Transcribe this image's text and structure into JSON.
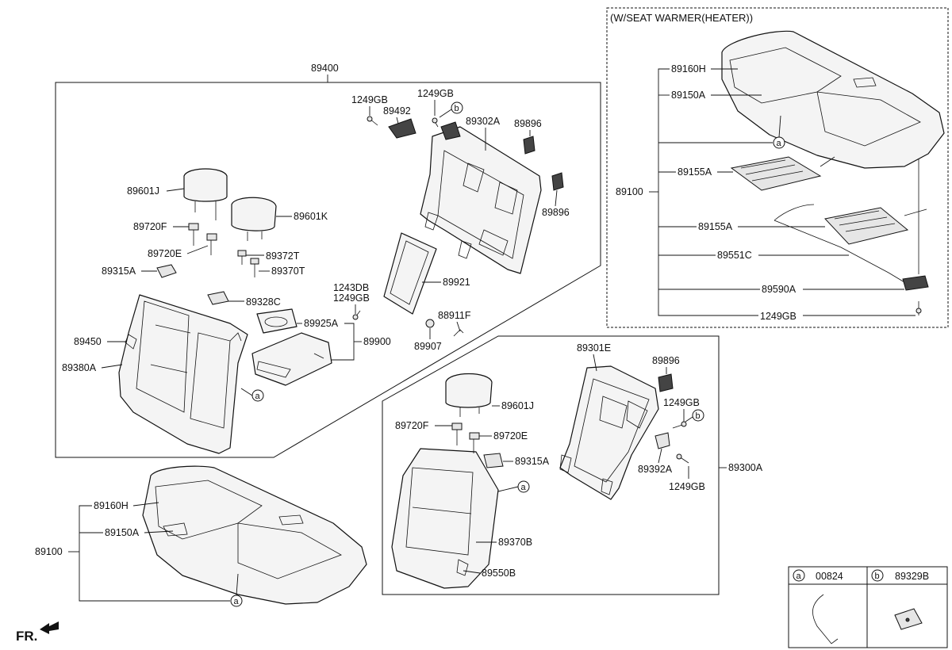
{
  "header_heater": "(W/SEAT WARMER(HEATER))",
  "fr_label": "FR.",
  "legend": {
    "a_letter": "a",
    "a_part": "00824",
    "b_letter": "b",
    "b_part": "89329B"
  },
  "labels": {
    "p89400": "89400",
    "p1249GB_a": "1249GB",
    "p89492": "89492",
    "p1249GB_b": "1249GB",
    "p89302A": "89302A",
    "p89896_a": "89896",
    "p89896_b": "89896",
    "p89601J_a": "89601J",
    "p89601K": "89601K",
    "p89720F_a": "89720F",
    "p89720E_a": "89720E",
    "p89372T": "89372T",
    "p89370T": "89370T",
    "p89315A_a": "89315A",
    "p89328C": "89328C",
    "p89925A": "89925A",
    "p89900": "89900",
    "p89450": "89450",
    "p89380A": "89380A",
    "p1243DB": "1243DB",
    "p1249GB_c": "1249GB",
    "p89921": "89921",
    "p88911F": "88911F",
    "p89907": "89907",
    "p89301E": "89301E",
    "p89896_c": "89896",
    "p1249GB_d": "1249GB",
    "p89601J_b": "89601J",
    "p89720F_b": "89720F",
    "p89720E_b": "89720E",
    "p89315A_b": "89315A",
    "p89392A": "89392A",
    "p1249GB_e": "1249GB",
    "p89300A": "89300A",
    "p89370B": "89370B",
    "p89550B": "89550B",
    "p89160H_a": "89160H",
    "p89150A_a": "89150A",
    "p89100_a": "89100",
    "p89160H_b": "89160H",
    "p89150A_b": "89150A",
    "p89100_b": "89100",
    "p89155A_a": "89155A",
    "p89155A_b": "89155A",
    "p89551C": "89551C",
    "p89590A": "89590A",
    "p1249GB_f": "1249GB"
  },
  "callouts": {
    "a": "a",
    "b": "b"
  }
}
